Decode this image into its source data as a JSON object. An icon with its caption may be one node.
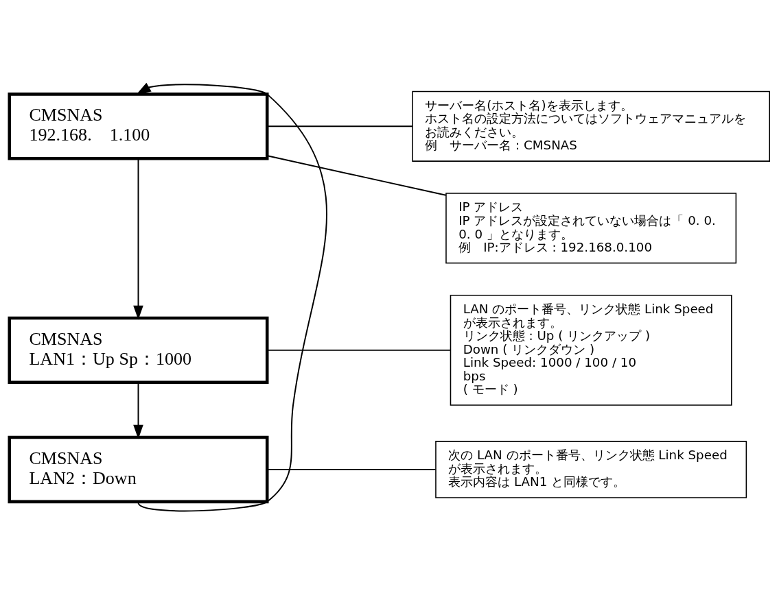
{
  "diagram": {
    "nodes": [
      {
        "text": [
          "CMSNAS",
          "192.168.　1.100"
        ]
      },
      {
        "text": [
          "CMSNAS",
          "LAN1：Up Sp：1000"
        ]
      },
      {
        "text": [
          "CMSNAS",
          "LAN2：Down"
        ]
      },
      {
        "text": [
          "サーバー名(ホスト名)を表示します。",
          "ホスト名の設定方法についてはソフトウェアマニュアルをお読みください。",
          "例　サーバー名 : CMSNAS"
        ]
      },
      {
        "text": [
          "IP アドレス",
          "IP アドレスが設定されていない場合は「 0. 0. 0. 0 」となります。",
          "例　IP:アドレス : 192.168.0.100"
        ]
      },
      {
        "text": [
          "LAN のポート番号、リンク状態 Link Speed が表示されます。",
          "リンク状態 : Up ( リンクアップ )",
          "Down ( リンクダウン )",
          "Link Speed: 1000 / 100 / 10 bps",
          "( モード )"
        ]
      },
      {
        "text": [
          "次の LAN のポート番号、リンク状態 Link Speed が表示されます。",
          "表示内容は LAN1 と同様です。"
        ]
      }
    ],
    "edges": [
      {
        "from": 0,
        "to": 1,
        "arrow": "to"
      },
      {
        "from": 1,
        "to": 2,
        "arrow": "to"
      },
      {
        "from": 2,
        "to": 0,
        "arrow": "to"
      },
      {
        "from": 3,
        "to": 0,
        "arrow": "none"
      },
      {
        "from": 4,
        "to": 0,
        "arrow": "none"
      },
      {
        "from": 5,
        "to": 1,
        "arrow": "none"
      },
      {
        "from": 6,
        "to": 2,
        "arrow": "none"
      }
    ]
  }
}
